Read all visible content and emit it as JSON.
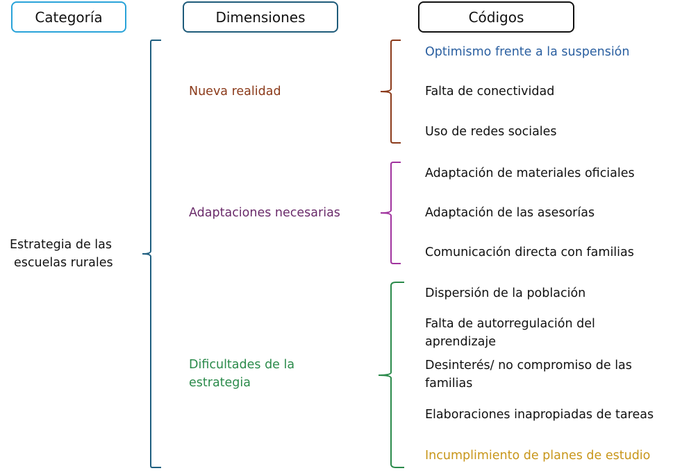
{
  "headers": {
    "category": "Categoría",
    "dimensions": "Dimensiones",
    "codes": "Códigos"
  },
  "category": {
    "line1": "Estrategia de las",
    "line2": "escuelas rurales"
  },
  "colors": {
    "category_box": "#29a3d9",
    "dimension_box": "#1e5b7a",
    "main_bracket": "#1f5f80",
    "nueva": "#8b3a1a",
    "adaptaciones": "#6a2b6a",
    "adapt_bracket": "#a0339e",
    "dificultades": "#2a8a4a",
    "blue_code": "#2a5fa0",
    "gold_code": "#c8961a"
  },
  "dimensions": [
    {
      "label": "Nueva realidad",
      "codes": [
        "Optimismo frente a la suspensión",
        "Falta de conectividad",
        "Uso de redes sociales"
      ]
    },
    {
      "label": "Adaptaciones necesarias",
      "codes": [
        "Adaptación de materiales oficiales",
        "Adaptación de las asesorías",
        "Comunicación directa con familias"
      ]
    },
    {
      "label_line1": "Dificultades de la",
      "label_line2": "estrategia",
      "codes": [
        "Dispersión de la población",
        "Falta de autorregulación del",
        "aprendizaje",
        "Desinterés/ no compromiso de las",
        "familias",
        "Elaboraciones inapropiadas de tareas",
        "Incumplimiento de planes de estudio"
      ]
    }
  ]
}
